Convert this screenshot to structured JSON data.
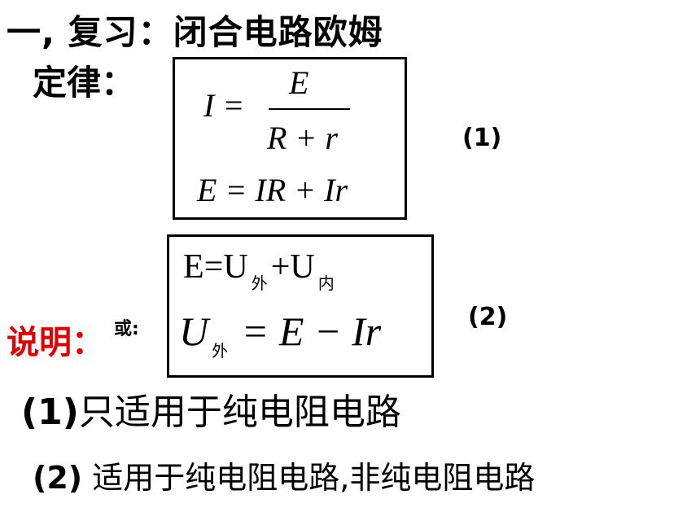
{
  "title": {
    "line1": "一, 复习：闭合电路欧姆",
    "line2": "定律："
  },
  "formula1": {
    "lhs": "I =",
    "numerator": "E",
    "denominator": "R + r",
    "second_line": "E = IR + Ir",
    "label": "(1)"
  },
  "formula2": {
    "line1_main": "E=U",
    "line1_sub1": "外",
    "line1_mid": "+U",
    "line1_sub2": "内",
    "line2_lhs": "U",
    "line2_sub": "外",
    "line2_rhs": " = E − Ir",
    "label": "(2)"
  },
  "note": {
    "label": "说明：",
    "or_text": "或:"
  },
  "items": [
    {
      "num": "(1)",
      "text": "只适用于纯电阻电路"
    },
    {
      "num": "(2)",
      "text": " 适用于纯电阻电路,非纯电阻电路"
    }
  ]
}
